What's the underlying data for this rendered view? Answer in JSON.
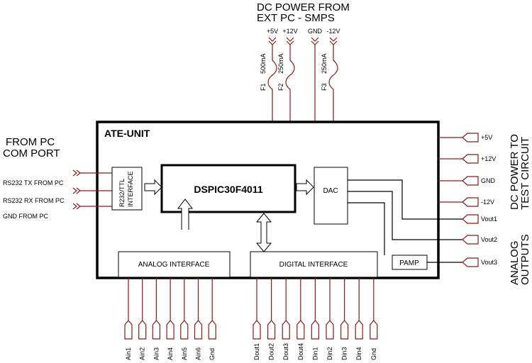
{
  "top_power": {
    "title_line1": "DC POWER FROM",
    "title_line2": "EXT PC - SMPS",
    "rails": [
      "+5V",
      "+12V",
      "GND",
      "-12V"
    ],
    "fuses": [
      {
        "name": "F1",
        "rating": "500mA"
      },
      {
        "name": "F2",
        "rating": "250mA"
      },
      {
        "name": "F3",
        "rating": "250mA"
      }
    ]
  },
  "main_unit": {
    "title": "ATE-UNIT"
  },
  "pc_port": {
    "title_line1": "FROM PC",
    "title_line2": "COM PORT",
    "signals": [
      "RS232 TX FROM PC",
      "RS232 RX FROM PC",
      "GND FROM PC"
    ]
  },
  "interface_block": {
    "line1": "R232/TTL",
    "line2": "INTERFACE"
  },
  "mcu": {
    "label": "DSPIC30F4011"
  },
  "dac": {
    "label": "DAC"
  },
  "analog_interface": {
    "label": "ANALOG INTERFACE"
  },
  "digital_interface": {
    "label": "DIGITAL INTERFACE"
  },
  "pamp": {
    "label": "PAMP"
  },
  "power_out": {
    "title_line1": "DC POWER TO",
    "title_line2": "TEST CIRCUIT",
    "labels": [
      "+5V",
      "+12V",
      "GND",
      "-12V"
    ]
  },
  "analog_out": {
    "title_line1": "ANALOG",
    "title_line2": "OUTPUTS",
    "labels": [
      "Vout1",
      "Vout2",
      "Vout3"
    ]
  },
  "analog_inputs": [
    "Ain1",
    "Ain2",
    "Ain3",
    "Ain4",
    "Ain5",
    "Ain6",
    "Gnd"
  ],
  "digital_io": [
    "Dout1",
    "Dout2",
    "Dout3",
    "Dout4",
    "Din1",
    "Din2",
    "Din3",
    "Din4",
    "Gnd"
  ],
  "colors": {
    "wire": "#8b1a1a",
    "line": "#000000"
  }
}
